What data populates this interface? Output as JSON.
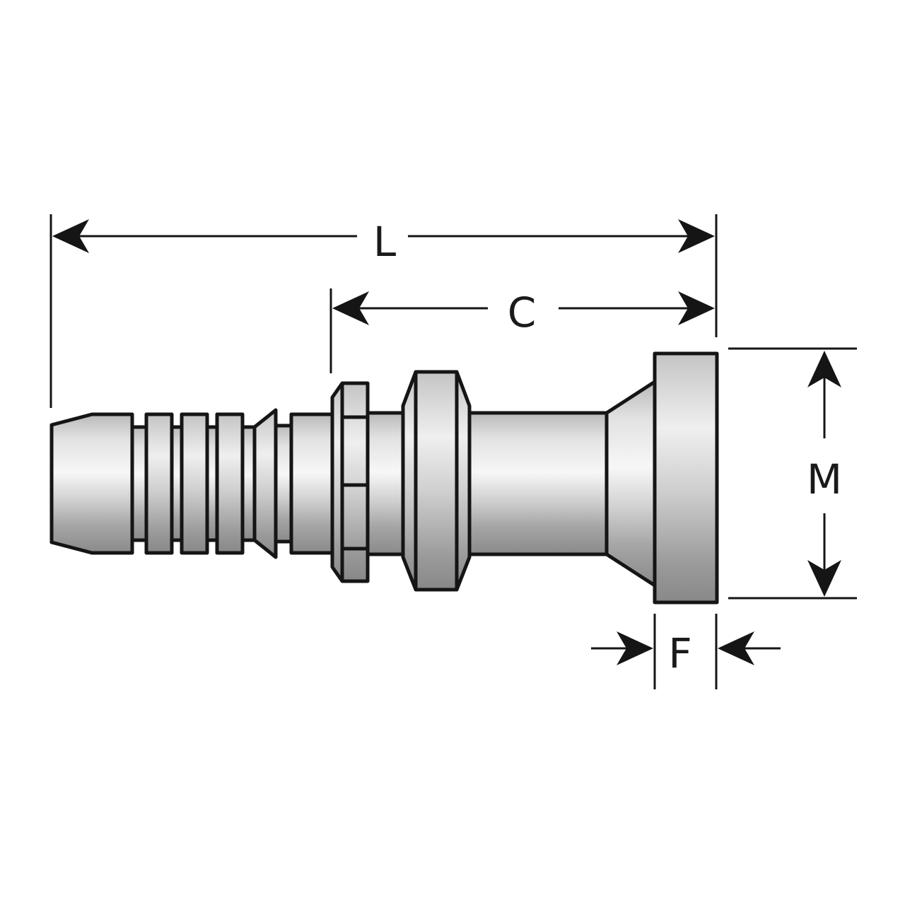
{
  "labels": {
    "L": "L",
    "C": "C",
    "M": "M",
    "F": "F"
  },
  "colors": {
    "line": "#151515",
    "metal_edge": "#8e8e8e",
    "metal_mid": "#f4f4f4",
    "background": "#ffffff"
  }
}
